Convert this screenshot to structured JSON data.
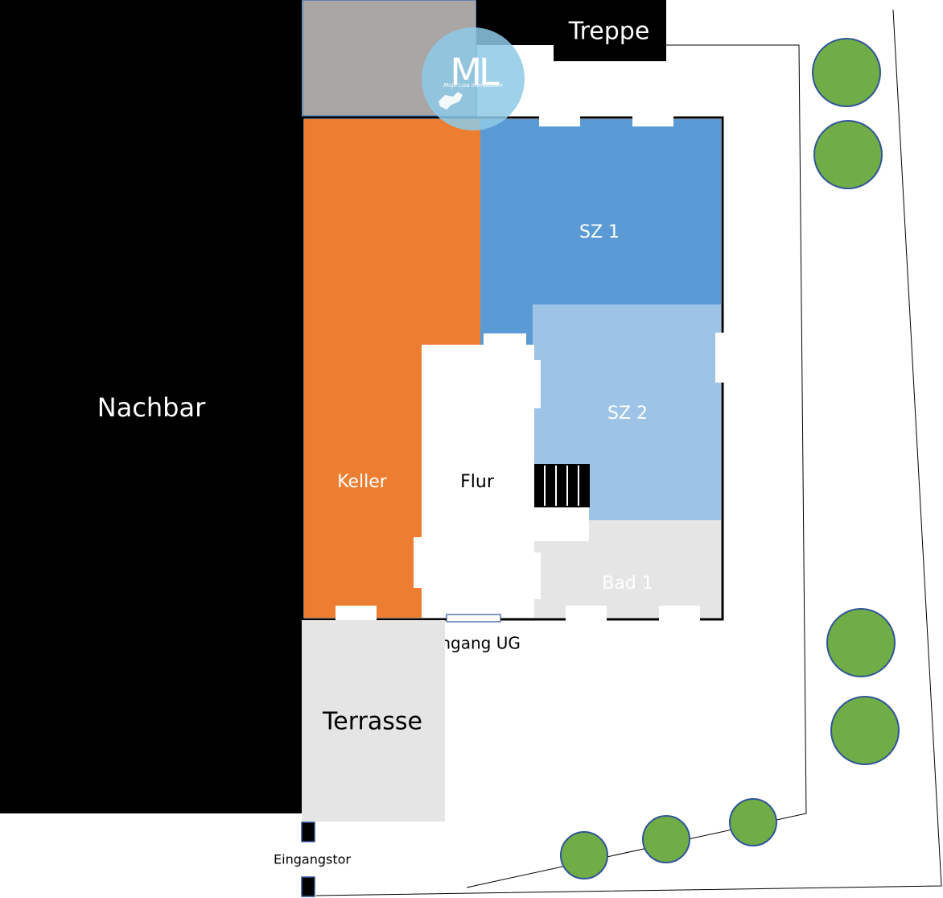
{
  "colors": {
    "neighbor": "#000000",
    "stair_top": "#aaa6a5",
    "keller": "#ed7d31",
    "sz1": "#5b9bd5",
    "sz2": "#9dc3e6",
    "bad1": "#e5e5e5",
    "terrasse": "#e5e5e5",
    "flur": "#ffffff",
    "tree_fill": "#70ad47",
    "tree_stroke": "#2f5597",
    "logo_fill": "#8ecae6"
  },
  "labels": {
    "nachbar": "Nachbar",
    "treppe": "Treppe",
    "sz1": "SZ 1",
    "sz2": "SZ 2",
    "keller": "Keller",
    "flur": "Flur",
    "bad1": "Bad 1",
    "eingang_ug": "Eingang UG",
    "terrasse": "Terrasse",
    "eingangstor": "Eingangstor"
  },
  "logo": {
    "letters": "ML",
    "tagline": "Mojo Lisa Immobilien",
    "icon": "mallorca-island-icon"
  },
  "trees": {
    "count": 7,
    "icon": "tree-circle-icon"
  }
}
